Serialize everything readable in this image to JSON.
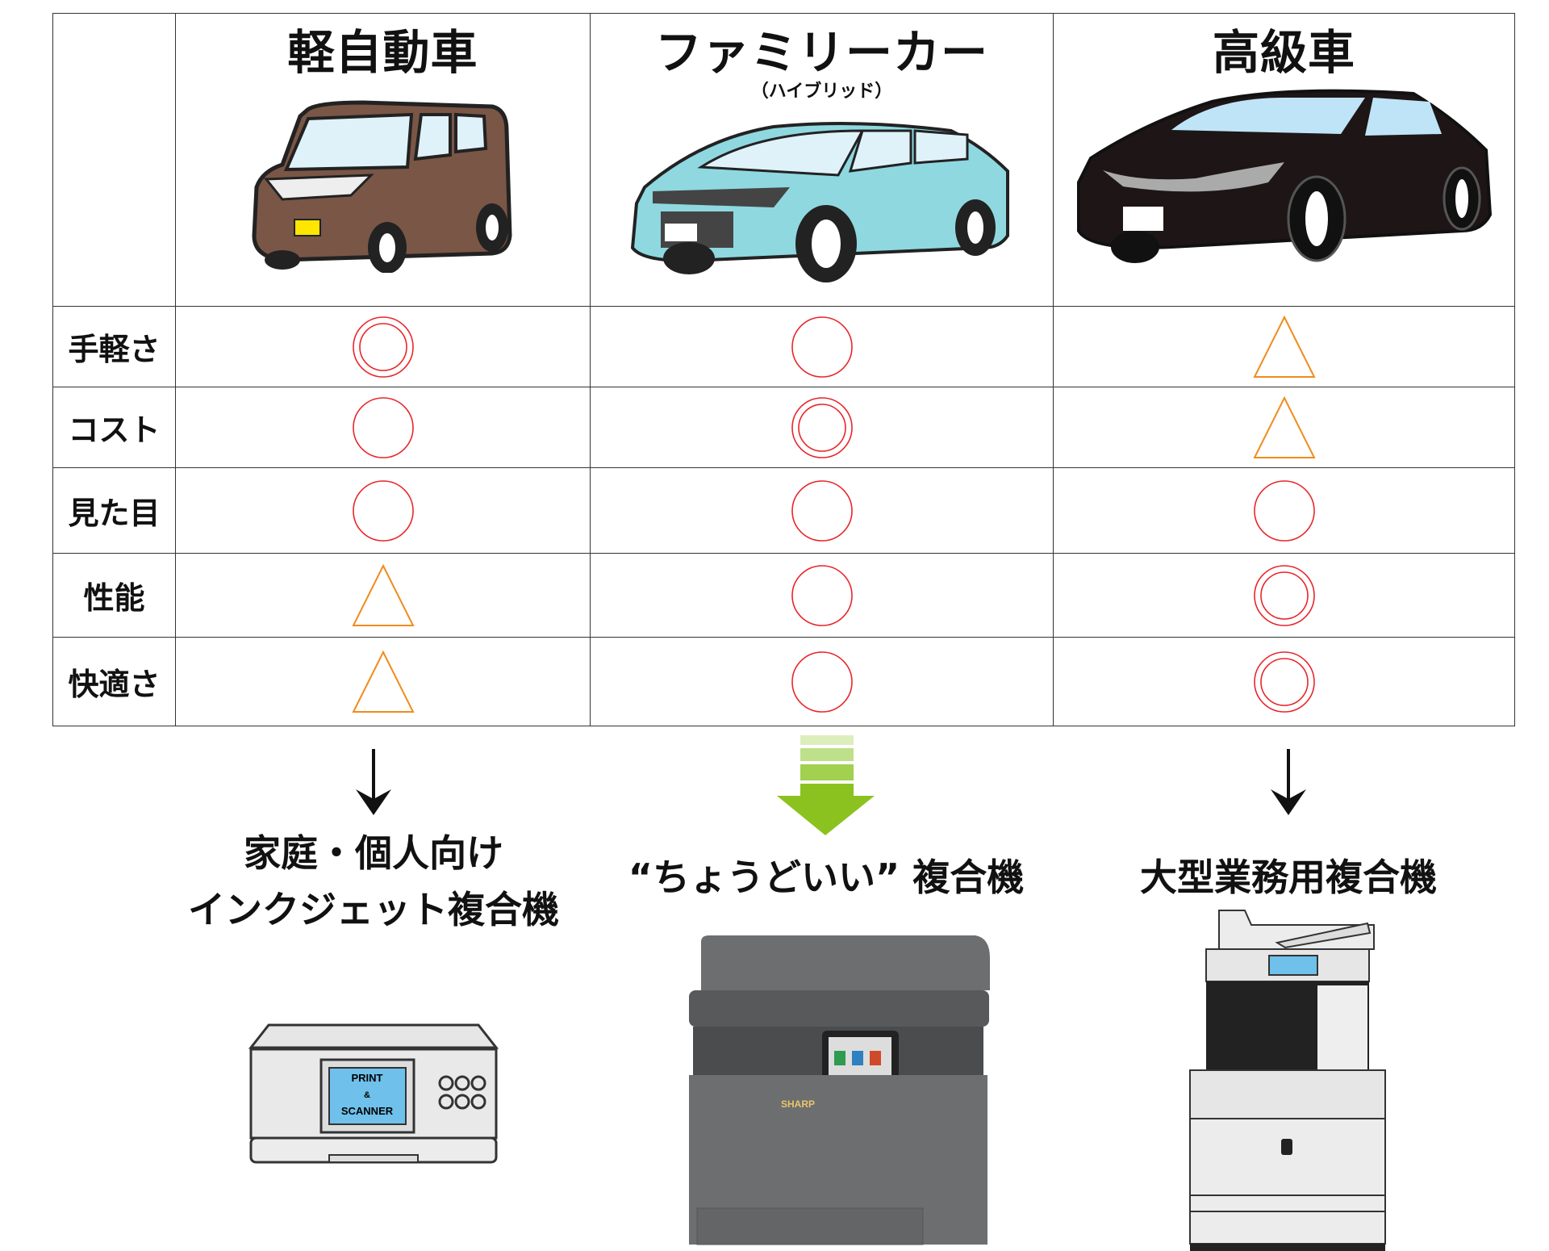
{
  "columns": [
    {
      "title": "軽自動車",
      "subtitle": "",
      "car_icon": "kei-car-icon",
      "car_color": "#7a5646"
    },
    {
      "title": "ファミリーカー",
      "subtitle": "（ハイブリッド）",
      "car_icon": "sedan-car-icon",
      "car_color": "#8fd8e0"
    },
    {
      "title": "高級車",
      "subtitle": "",
      "car_icon": "luxury-car-icon",
      "car_color": "#1e1616"
    }
  ],
  "rows": [
    {
      "label": "手軽さ",
      "ratings": [
        "double-circle",
        "circle",
        "triangle"
      ]
    },
    {
      "label": "コスト",
      "ratings": [
        "circle",
        "double-circle",
        "triangle"
      ]
    },
    {
      "label": "見た目",
      "ratings": [
        "circle",
        "circle",
        "circle"
      ]
    },
    {
      "label": "性能",
      "ratings": [
        "triangle",
        "circle",
        "double-circle"
      ]
    },
    {
      "label": "快適さ",
      "ratings": [
        "triangle",
        "circle",
        "double-circle"
      ]
    }
  ],
  "colors": {
    "circle": "#e8262b",
    "triangle": "#f08c1c",
    "green_arrow": "#8cc21f",
    "arrow": "#111111"
  },
  "outcomes": [
    {
      "lines": [
        "家庭・個人向け",
        "インクジェット複合機"
      ],
      "arrow": "black-arrow",
      "device_icon": "inkjet-printer-icon",
      "screen_text": [
        "PRINT",
        "&",
        "SCANNER"
      ]
    },
    {
      "lines": [
        "“ちょうどいい” 複合機"
      ],
      "arrow": "green-arrow",
      "device_icon": "office-mfp-icon",
      "brand": "SHARP"
    },
    {
      "lines": [
        "大型業務用複合機"
      ],
      "arrow": "black-arrow",
      "device_icon": "large-mfp-icon"
    }
  ]
}
